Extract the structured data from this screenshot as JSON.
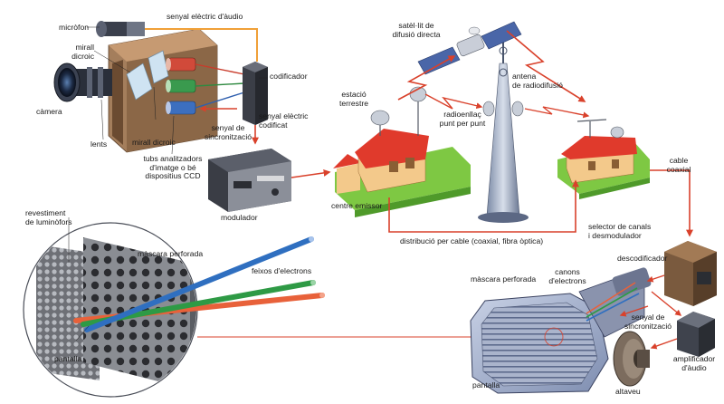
{
  "labels": {
    "microfon": "micròfon",
    "senyal_audio": "senyal elèctric d'àudio",
    "mirall_dicroic_1": "mirall\ndicroic",
    "camera": "càmera",
    "lents": "lents",
    "mirall_dicroic_2": "mirall dicroic",
    "tubs": "tubs analitzadors\nd'imatge o bé\ndispositius CCD",
    "senyal_sincro": "senyal de\nsincronització",
    "codificador": "codificador",
    "senyal_codificat": "senyal elèctric\ncodificat",
    "modulador": "modulador",
    "satelit": "satèl·lit de\ndifusió directa",
    "antena_radiodifusio": "antena\nde radiodifusió",
    "estacio_terrestre": "estació\nterrestre",
    "radioenllac": "radioenllaç\npunt per punt",
    "centre_emissor": "centre emissor",
    "cable_coaxial": "cable\ncoaxial",
    "selector_canals": "selector de canals\ni desmodulador",
    "distribucio_cable": "distribució per cable (coaxial, fibra òptica)",
    "revestiment": "revestiment\nde luminòfors",
    "mascara_perforada_1": "màscara perforada",
    "feixos_electrons": "feixos d'electrons",
    "pantalla_1": "pantalla",
    "descodificador": "descodificador",
    "mascara_perforada_2": "màscara perforada",
    "canons_electrons": "canons\nd'electrons",
    "senyal_sincro_2": "senyal de\nsincronització",
    "amplificador": "amplificador\nd'àudio",
    "pantalla_2": "pantalla",
    "altaveu": "altaveu"
  },
  "colors": {
    "signal_line": "#d9412b",
    "audio_line": "#f0a038",
    "ground": "#7ec843",
    "roof": "#e03a2c",
    "house_wall": "#f3c98b",
    "beam_red": "#e8613a",
    "beam_green": "#2e9a45",
    "beam_blue": "#2f6fc0"
  }
}
